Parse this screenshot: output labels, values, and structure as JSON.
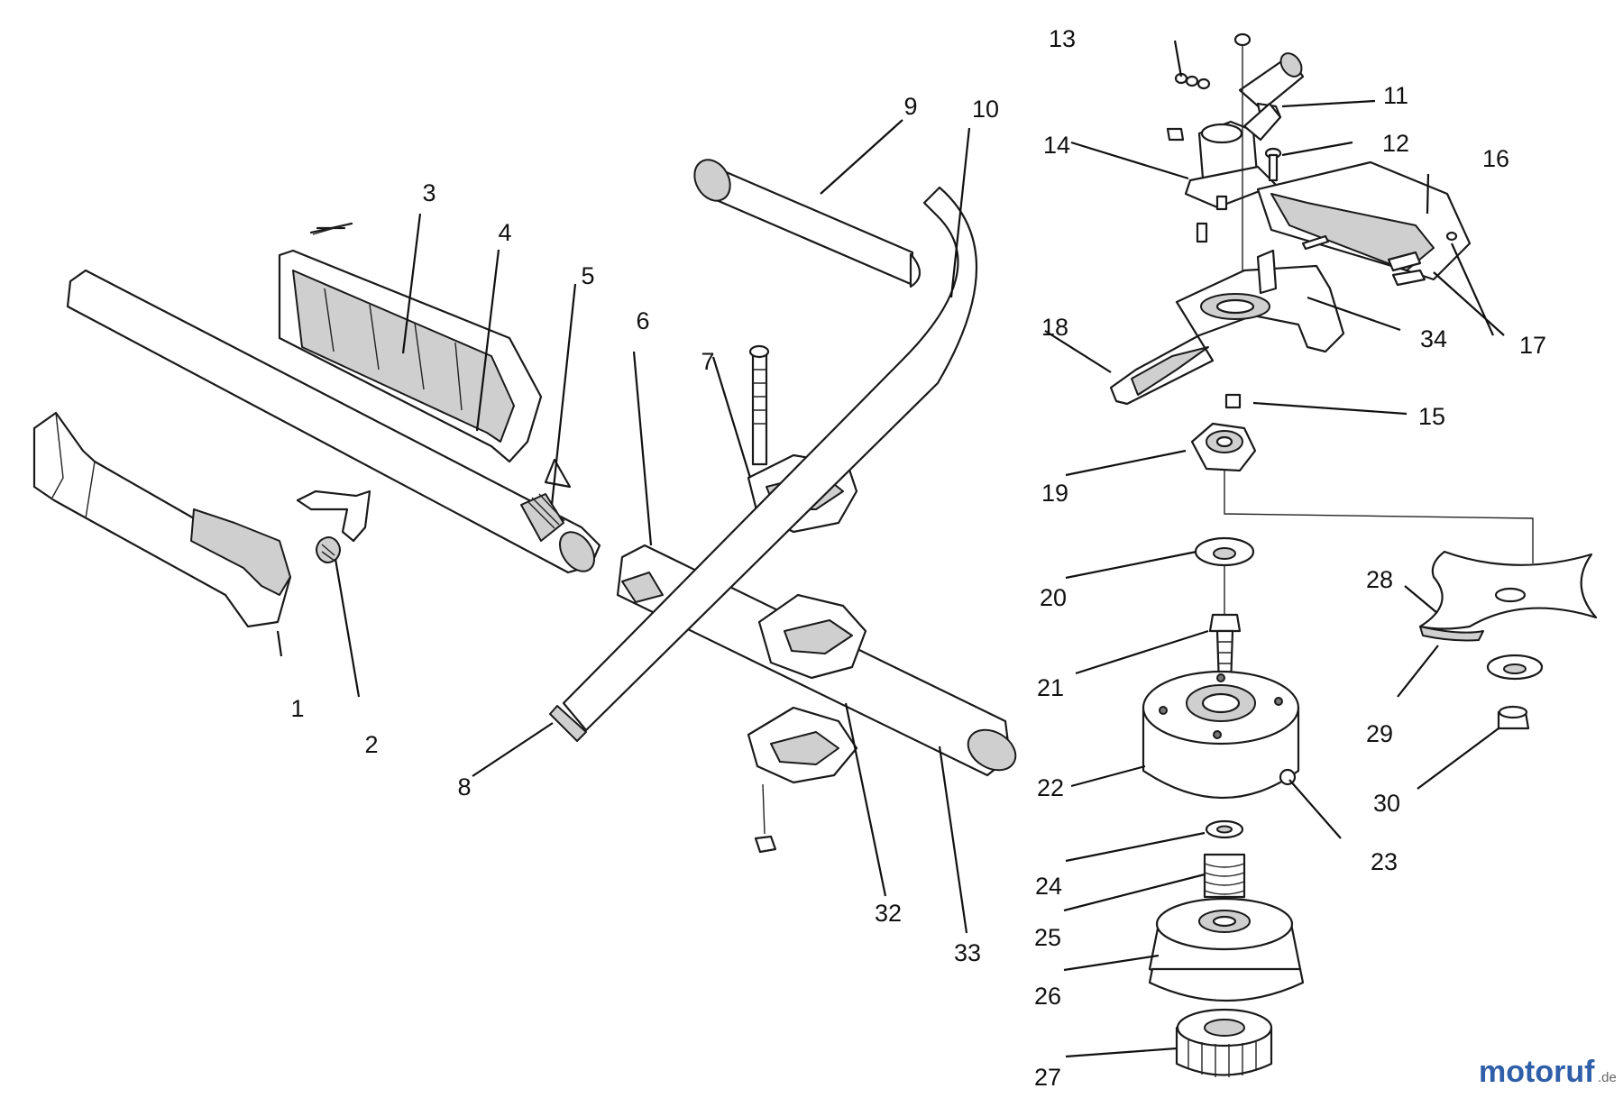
{
  "watermark": {
    "brand": "motoruf",
    "tld": ".de",
    "color_primary": "#2f5fa8",
    "color_accent": "#7bb22f"
  },
  "callouts": {
    "c1": "1",
    "c2": "2",
    "c3": "3",
    "c4": "4",
    "c5": "5",
    "c6": "6",
    "c7": "7",
    "c8": "8",
    "c9": "9",
    "c10": "10",
    "c11": "11",
    "c12": "12",
    "c13": "13",
    "c14": "14",
    "c15": "15",
    "c16": "16",
    "c17": "17",
    "c18": "18",
    "c19": "19",
    "c20": "20",
    "c21": "21",
    "c22": "22",
    "c23": "23",
    "c24": "24",
    "c25": "25",
    "c26": "26",
    "c27": "27",
    "c28": "28",
    "c29": "29",
    "c30": "30",
    "c32": "32",
    "c33": "33",
    "c34": "34"
  }
}
